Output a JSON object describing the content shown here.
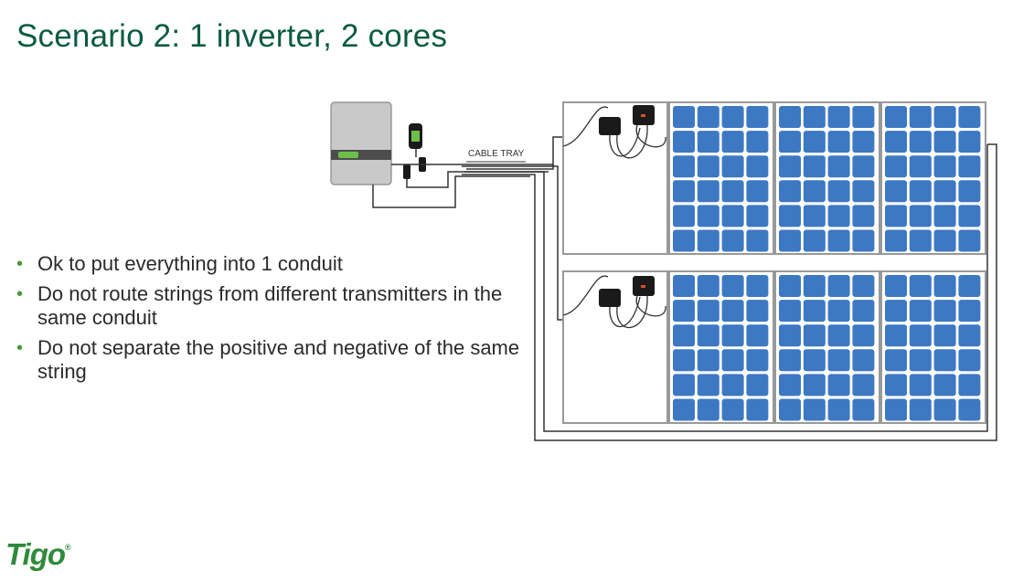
{
  "title": "Scenario 2: 1 inverter, 2 cores",
  "bullets": [
    "Ok to put everything into 1 conduit",
    "Do not route strings from different transmitters in the same conduit",
    "Do not separate the positive and negative of the same string"
  ],
  "diagram": {
    "cable_tray_label": "CABLE TRAY"
  },
  "logo": {
    "text": "Tigo",
    "mark": "®"
  },
  "colors": {
    "title": "#0b5b43",
    "bullet_dot": "#4a9a3a",
    "panel_cell": "#3d78c3",
    "logo": "#2f8a3a"
  }
}
